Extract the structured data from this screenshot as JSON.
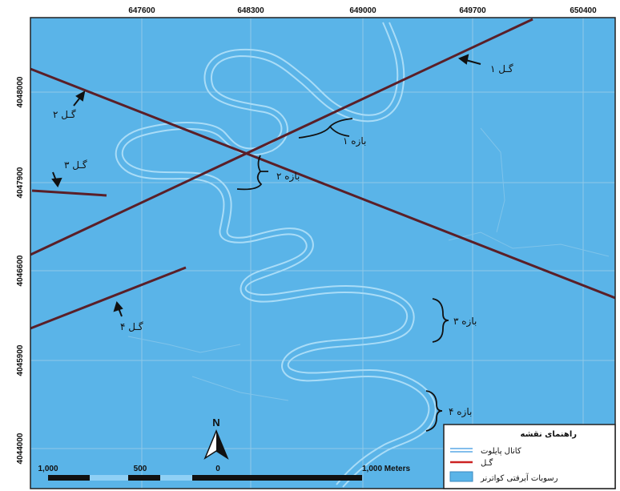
{
  "x_ticks": [
    "647600",
    "648300",
    "649000",
    "649700",
    "650400"
  ],
  "y_ticks": [
    "4048000",
    "4047900",
    "4046600",
    "4045900",
    "4044000"
  ],
  "features": {
    "gal_1": "گـل ۱",
    "gal_2": "گـل ۲",
    "gal_3": "گـل ۳",
    "gal_4": "گـل ۴",
    "reach_1": "بازه ۱",
    "reach_2": "بازه ۲",
    "reach_3": "بازه ۳",
    "reach_4": "بازه ۴"
  },
  "north_label": "N",
  "scale_bar": {
    "left": "1,000",
    "mid": "500",
    "zero": "0",
    "right": "1,000 Meters"
  },
  "legend": {
    "title": "راهنمای نقشه",
    "items": [
      {
        "label": "کانال پایلوت",
        "color": "#5aa9e6"
      },
      {
        "label": "گـل",
        "color": "#cc2222"
      },
      {
        "label": "رسوبات آبرفتی کواترنر",
        "color": "#5ab4e8"
      }
    ]
  },
  "colors": {
    "background": "#5ab4e8",
    "river": "#8fd0f5",
    "gal_line": "#5a1f28"
  }
}
